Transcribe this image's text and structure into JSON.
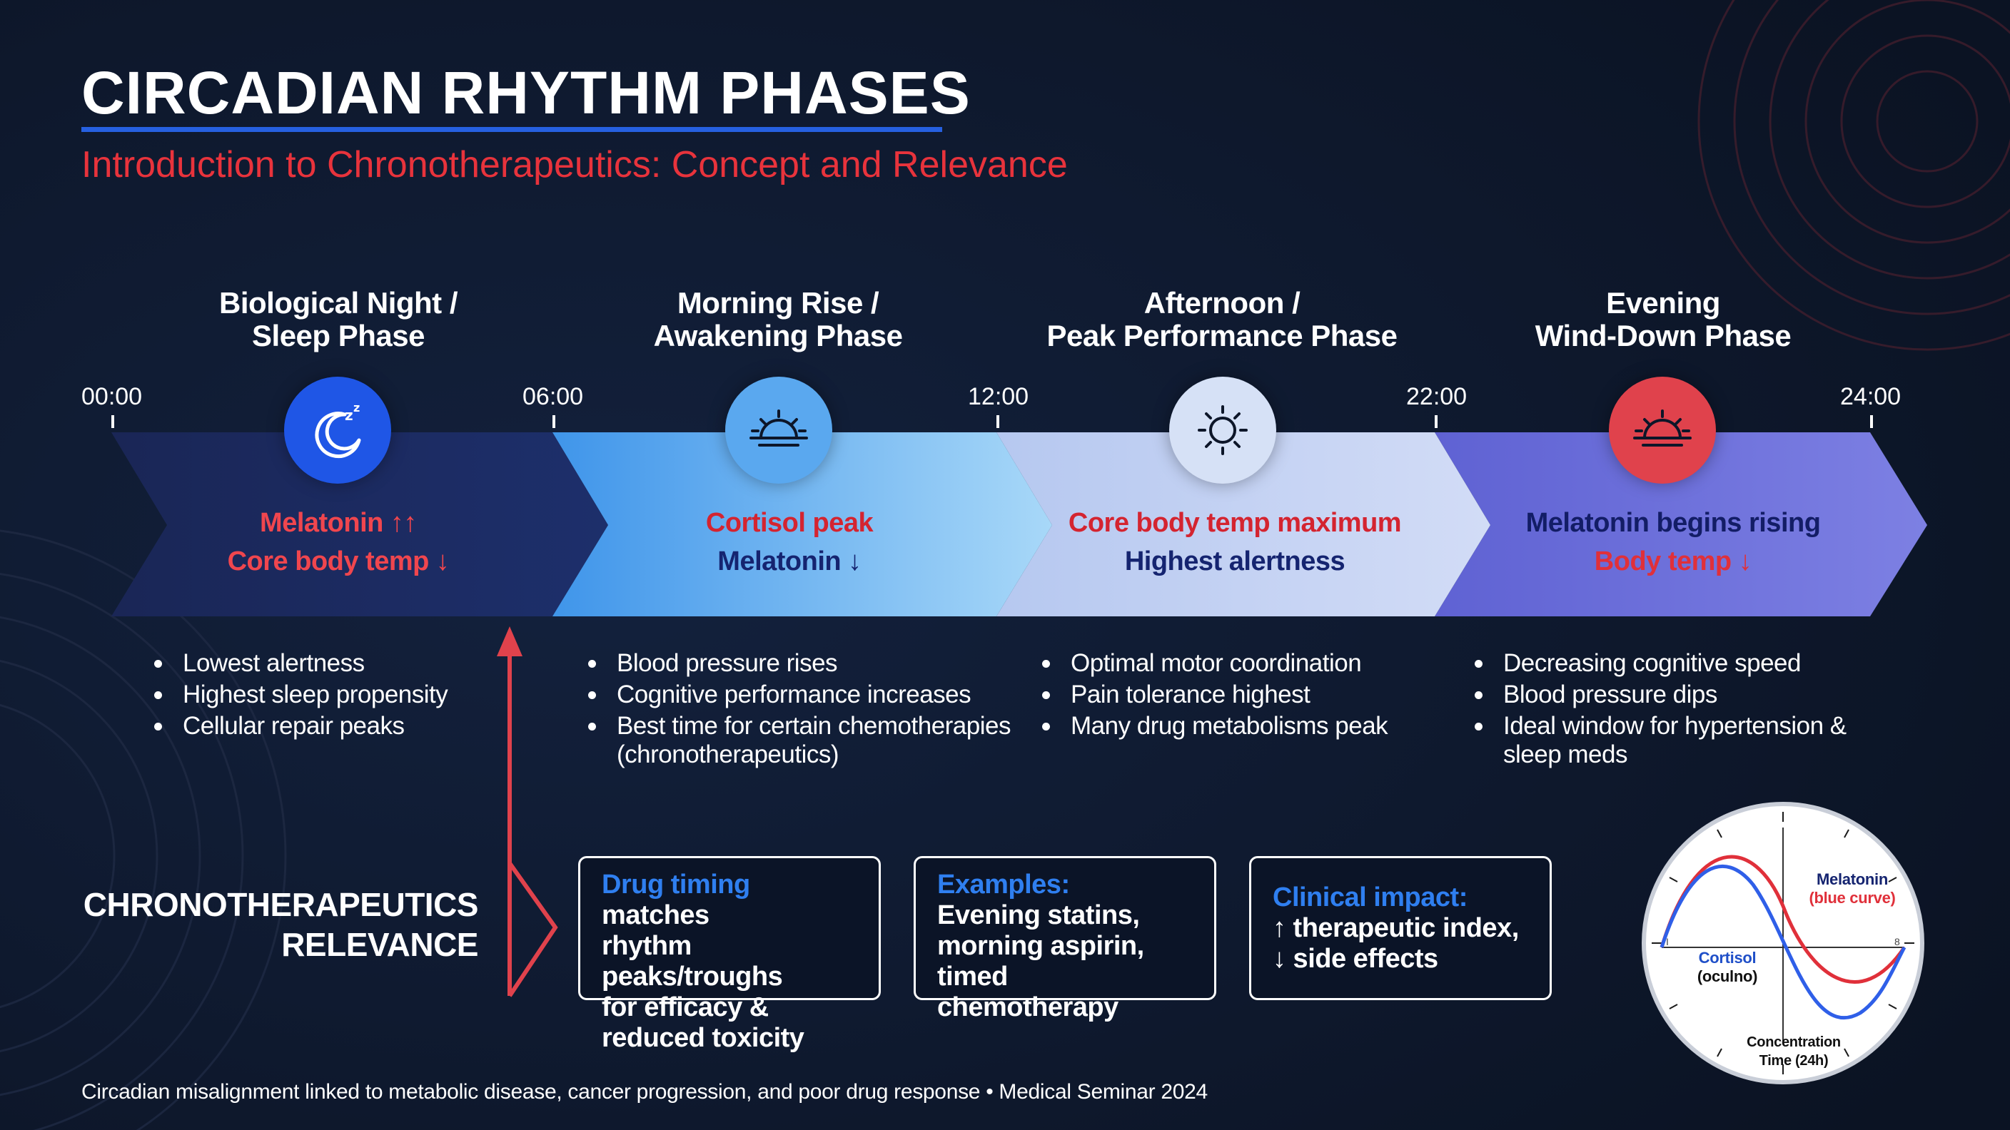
{
  "title": "CIRCADIAN RHYTHM PHASES",
  "subtitle": "Introduction to Chronotherapeutics: Concept and Relevance",
  "colors": {
    "background": "#0d1629",
    "accent_red": "#e8333c",
    "accent_blue": "#2660e0",
    "night_band": "#1a2a5e",
    "morning_band": "#5aaef0",
    "afternoon_band": "#c5d4f3",
    "evening_band": "#6f71d8"
  },
  "times": [
    "00:00",
    "06:00",
    "12:00",
    "22:00",
    "24:00"
  ],
  "phases": [
    {
      "name_line1": "Biological Night /",
      "name_line2": "Sleep Phase",
      "icon": "moon-sleep-icon",
      "band_line1": "Melatonin ↑↑",
      "band_line2": "Core body temp ↓",
      "bullets": [
        "Lowest alertness",
        "Highest sleep propensity",
        "Cellular repair peaks"
      ]
    },
    {
      "name_line1": "Morning Rise /",
      "name_line2": "Awakening Phase",
      "icon": "sunrise-icon",
      "band_line1": "Cortisol peak",
      "band_line2": "Melatonin ↓",
      "bullets": [
        "Blood pressure rises",
        "Cognitive performance increases",
        "Best time for certain chemotherapies",
        "(chronotherapeutics)"
      ]
    },
    {
      "name_line1": "Afternoon /",
      "name_line2": "Peak Performance Phase",
      "icon": "sun-icon",
      "band_line1": "Core body temp maximum",
      "band_line2": "Highest alertness",
      "bullets": [
        "Optimal motor coordination",
        "Pain tolerance highest",
        "Many drug metabolisms peak"
      ]
    },
    {
      "name_line1": "Evening",
      "name_line2": "Wind-Down Phase",
      "icon": "sunset-icon",
      "band_line1": "Melatonin begins rising",
      "band_line2": "Body temp ↓",
      "bullets": [
        "Decreasing cognitive speed",
        "Blood pressure dips",
        "Ideal window for hypertension &",
        "sleep meds"
      ]
    }
  ],
  "relevance": {
    "line1": "CHRONOTHERAPEUTICS",
    "line2": "RELEVANCE"
  },
  "cards": [
    {
      "highlight": "Drug timing",
      "rest1": " matches",
      "lines": [
        "rhythm peaks/troughs",
        "for efficacy &",
        "reduced toxicity"
      ]
    },
    {
      "highlight": "Examples:",
      "rest1": "",
      "lines": [
        "Evening statins,",
        "morning aspirin,",
        "timed chemotherapy"
      ]
    },
    {
      "highlight": "Clinical impact:",
      "rest1": "",
      "lines": [
        "↑ therapeutic index,",
        "↓ side effects"
      ]
    }
  ],
  "clock": {
    "melatonin_label": "Melatonin",
    "melatonin_sub": "(blue curve)",
    "cortisol_label": "Cortisol",
    "cortisol_sub": "(oculno)",
    "axis_label_line1": "Concentration",
    "axis_label_line2": "Time (24h)",
    "tick_left": "I",
    "tick_right": "8"
  },
  "footer": "Circadian misalignment linked to metabolic disease, cancer progression, and poor drug response  •  Medical Seminar 2024"
}
